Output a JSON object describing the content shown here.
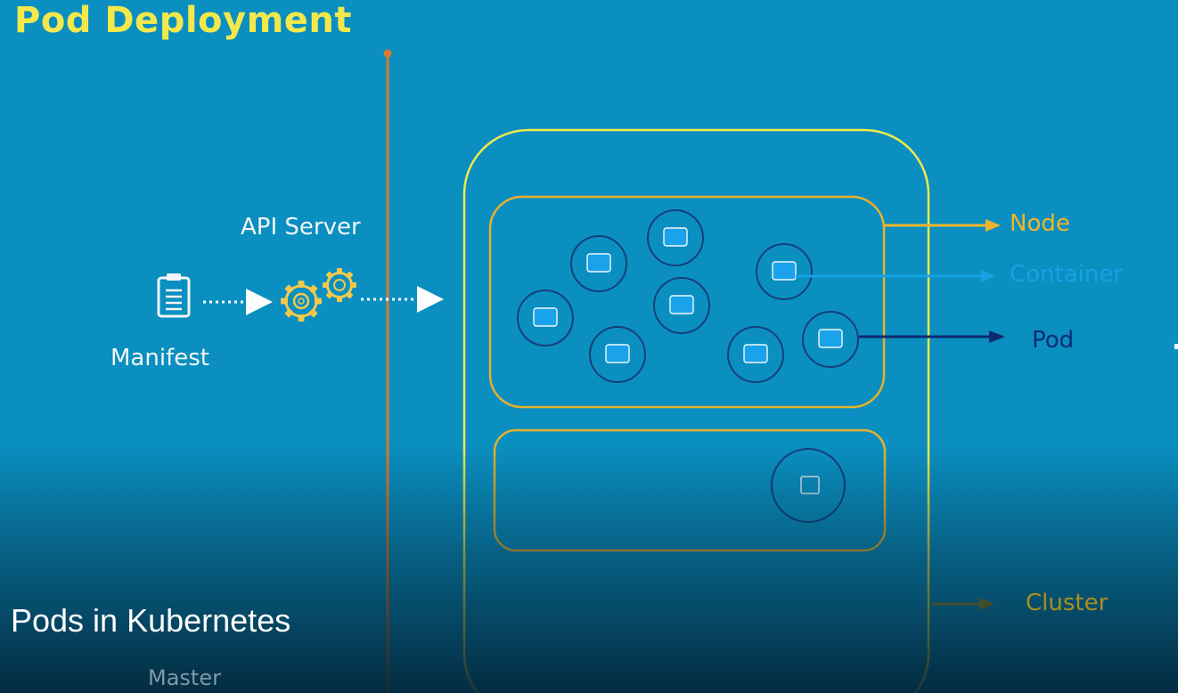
{
  "title": "Pod Deployment",
  "labels": {
    "api_server": "API Server",
    "manifest": "Manifest",
    "node": "Node",
    "container": "Container",
    "pod": "Pod",
    "cluster": "Cluster",
    "master": "Master"
  },
  "caption": "Pods in Kubernetes",
  "colors": {
    "background": "#0a8fc0",
    "title": "#f2e84b",
    "cluster_border": "#f2e84b",
    "node_border": "#e8b12a",
    "pod_border": "#163e7a",
    "container_fill": "#1aa3ea",
    "node_arrow": "#f0b42a",
    "container_arrow": "#16a2e2",
    "pod_arrow": "#0e2b72",
    "master_line": "#d9792d"
  },
  "icons": [
    "clipboard-icon",
    "gear-icon"
  ]
}
